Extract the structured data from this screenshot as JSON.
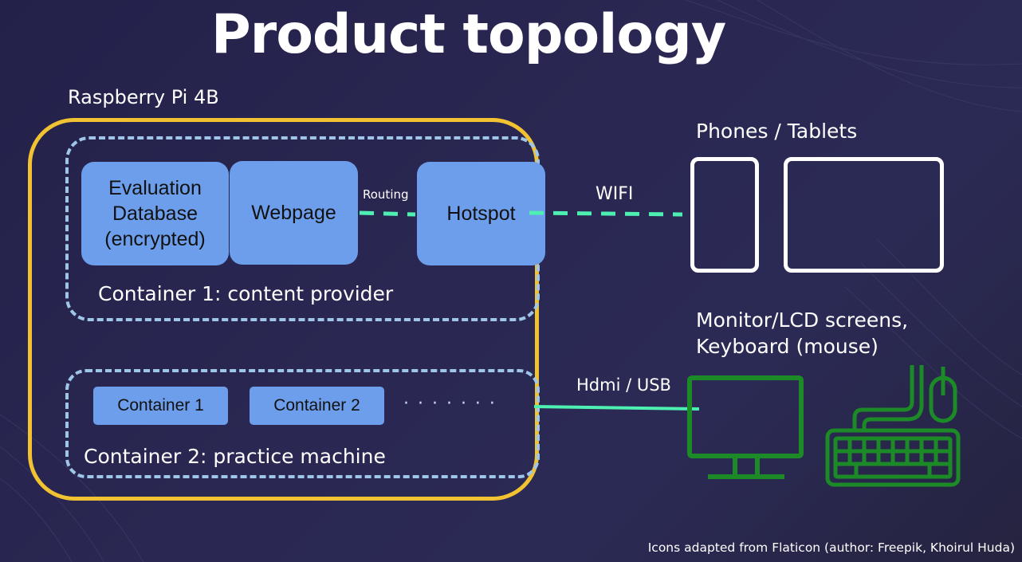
{
  "title": "Product topology",
  "pi": {
    "label": "Raspberry Pi 4B"
  },
  "container1": {
    "label": "Container 1: content provider",
    "db": {
      "line1": "Evaluation",
      "line2": "Database",
      "line3": "(encrypted)"
    },
    "webpage": "Webpage",
    "hotspot": "Hotspot",
    "routing": "Routing"
  },
  "container2": {
    "label": "Container 2: practice machine",
    "items": [
      "Container 1",
      "Container 2"
    ],
    "ellipsis": "· · · · · · ·"
  },
  "links": {
    "wifi": "WIFI",
    "hdmi": "Hdmi / USB"
  },
  "devices": {
    "phones_label": "Phones / Tablets",
    "monitor_label_line1": "Monitor/LCD screens,",
    "monitor_label_line2": "Keyboard (mouse)"
  },
  "credit": "Icons adapted from Flaticon (author: Freepik, Khoirul Huda)",
  "colors": {
    "background": "#2a2852",
    "pi_border": "#f1c232",
    "container_border": "#9fc5e8",
    "box_fill": "#6d9eeb",
    "link_line": "#4ef0b2",
    "icon_green": "#1c8a26"
  },
  "icons": [
    "phone-icon",
    "tablet-icon",
    "monitor-icon",
    "keyboard-mouse-icon"
  ]
}
